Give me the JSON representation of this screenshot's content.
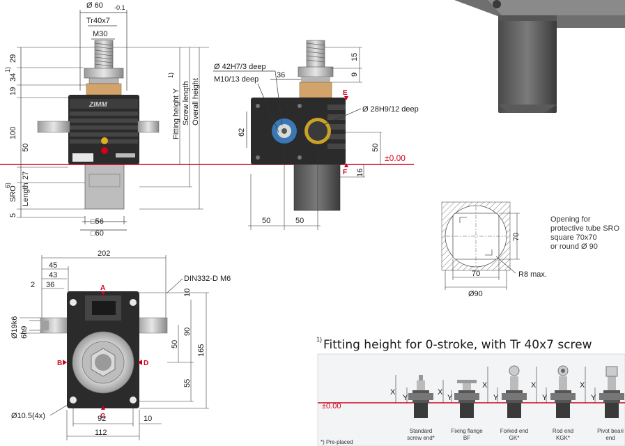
{
  "front_view": {
    "dim_diameter_top": "Ø 60",
    "dim_tol_top": "-0.1",
    "dim_thread": "Tr40x7",
    "dim_m30": "M30",
    "left_dims": [
      "29",
      "34",
      "19",
      "100",
      "50",
      "27",
      "5"
    ],
    "left_sup_34": "1)",
    "sro_label": "SRO",
    "sro_sup": "6)",
    "length_label": "Length",
    "fitting_height": "Fitting height Y",
    "fitting_sup": "1)",
    "screw_length": "Screw length",
    "overall_height": "Overall height",
    "square_56": "□56",
    "square_60": "□60",
    "brand": "ZIMM"
  },
  "side_view": {
    "dia_42": "Ø 42H7/3 deep",
    "m10": "M10/13 deep",
    "dim_36": "36",
    "dia_28": "Ø 28H9/12 deep",
    "dim_62": "62",
    "dim_15": "15",
    "dim_9": "9",
    "dim_50": "50",
    "dim_16": "16",
    "zero": "±0.00",
    "label_e": "E",
    "label_f": "F",
    "bottom_left": "50",
    "bottom_right": "50"
  },
  "top_view": {
    "dim_202": "202",
    "dim_45": "45",
    "dim_43": "43",
    "dim_36": "36",
    "dim_2": "2",
    "din": "DIN332-D M6",
    "dim_10_top": "10",
    "dim_90": "90",
    "dim_50": "50",
    "dim_165": "165",
    "dim_55": "55",
    "dia_19": "Ø19k6",
    "dim_6h9": "6h9",
    "holes": "Ø10.5(4x)",
    "dim_92": "92",
    "dim_10_bottom": "10",
    "dim_112": "112",
    "label_a": "A",
    "label_b": "B",
    "label_c": "C",
    "label_d": "D"
  },
  "opening": {
    "dim_70_v": "70",
    "dim_70_h": "70",
    "dia_90": "Ø90",
    "r8": "R8 max.",
    "note_lines": [
      "Opening for",
      "protective tube SRO",
      "square 70x70",
      "or round Ø 90"
    ]
  },
  "fitting": {
    "title": "Fitting height for 0-stroke, with Tr 40x7 screw",
    "title_sup": "1)",
    "zero": "±0.00",
    "x_label": "X",
    "y_label": "Y",
    "ends": [
      {
        "line1": "Standard",
        "line2": "screw end*"
      },
      {
        "line1": "Fixing flange",
        "line2": "BF"
      },
      {
        "line1": "Forked end",
        "line2": "GK*"
      },
      {
        "line1": "Rod end",
        "line2": "KGK*"
      },
      {
        "line1": "Pivot beari",
        "line2": "end"
      }
    ],
    "footnote": "*) Pre-placed"
  },
  "colors": {
    "red": "#d0021b",
    "body_dark": "#2b2b2b",
    "metal": "#c8c8c8",
    "gold": "#c9a227",
    "blue": "#3a78b5"
  }
}
